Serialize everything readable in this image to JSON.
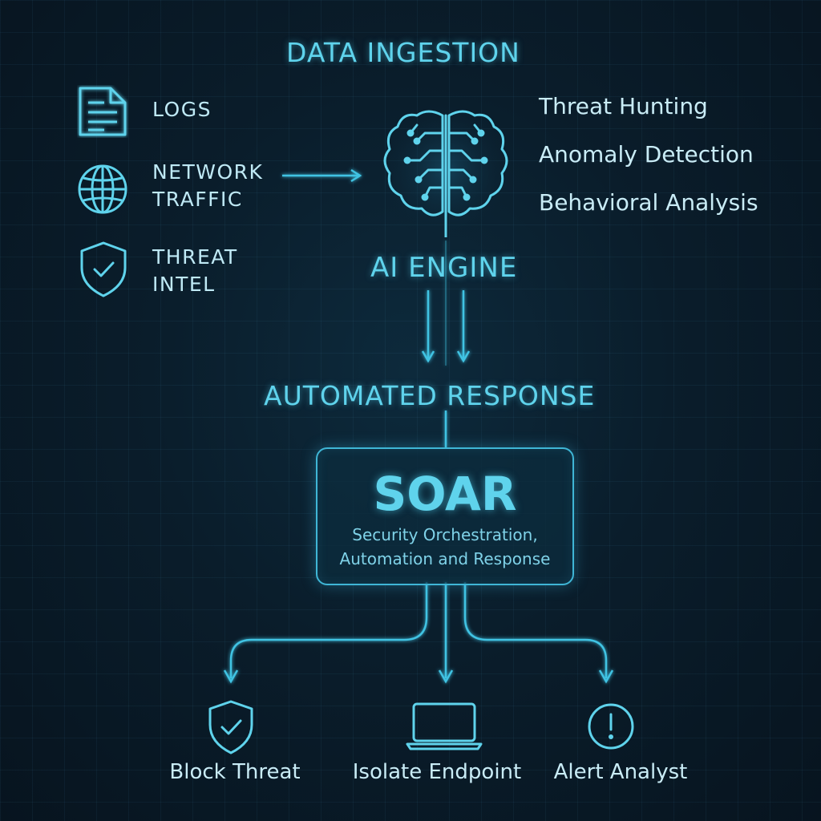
{
  "diagram": {
    "ingestion": {
      "title": "DATA INGESTION",
      "sources": [
        {
          "label": "LOGS",
          "icon": "document-icon"
        },
        {
          "label": "NETWORK\nTRAFFIC",
          "icon": "globe-icon"
        },
        {
          "label": "THREAT\nINTEL",
          "icon": "shield-check-icon"
        }
      ]
    },
    "engine": {
      "title": "AI ENGINE",
      "icon": "brain-circuit-icon",
      "capabilities": [
        "Threat Hunting",
        "Anomaly Detection",
        "Behavioral Analysis"
      ]
    },
    "response": {
      "title": "AUTOMATED RESPONSE",
      "soar": {
        "title": "SOAR",
        "subtitle_line1": "Security Orchestration,",
        "subtitle_line2": "Automation and Response"
      },
      "actions": [
        {
          "label": "Block Threat",
          "icon": "shield-check-icon"
        },
        {
          "label": "Isolate Endpoint",
          "icon": "laptop-icon"
        },
        {
          "label": "Alert Analyst",
          "icon": "alert-icon"
        }
      ]
    }
  },
  "colors": {
    "background": "#0a1d2b",
    "accent": "#5fd3ec",
    "text": "#c9ecf6"
  }
}
